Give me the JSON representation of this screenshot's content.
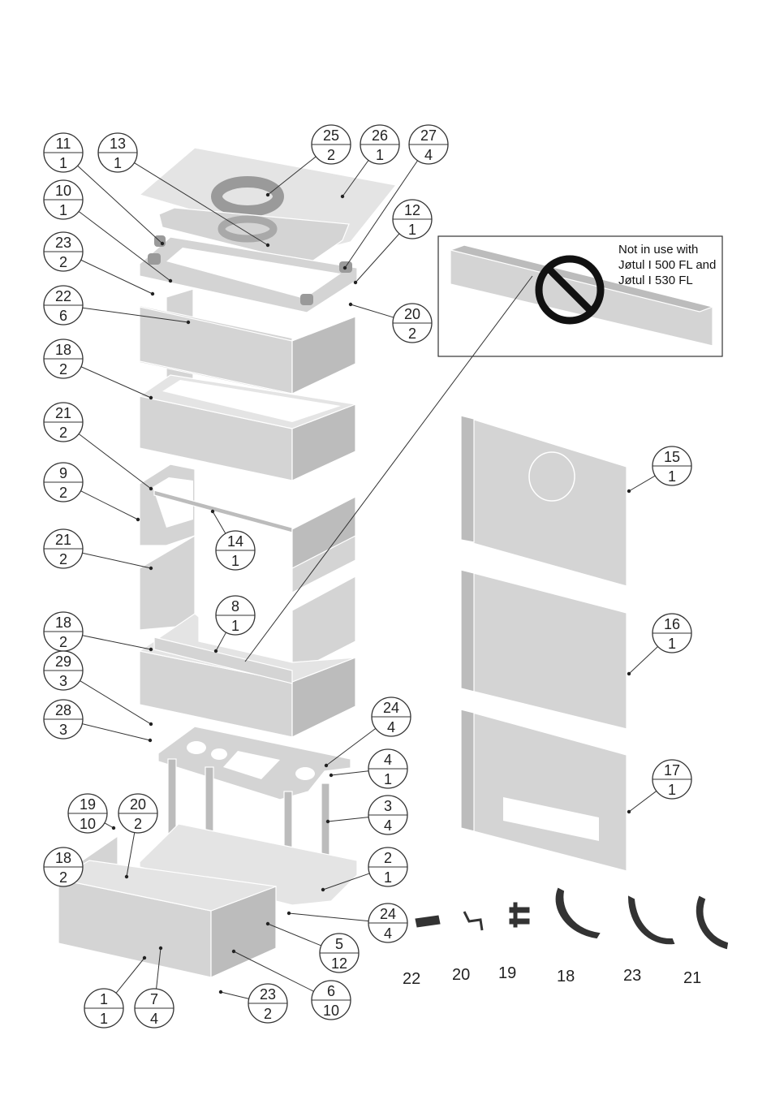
{
  "note": {
    "lines": [
      "Not in use with",
      "Jøtul I 500 FL and",
      "Jøtul I 530 FL"
    ]
  },
  "callouts": [
    {
      "top": "11",
      "bottom": "1"
    },
    {
      "top": "13",
      "bottom": "1"
    },
    {
      "top": "25",
      "bottom": "2"
    },
    {
      "top": "26",
      "bottom": "1"
    },
    {
      "top": "27",
      "bottom": "4"
    },
    {
      "top": "10",
      "bottom": "1"
    },
    {
      "top": "12",
      "bottom": "1"
    },
    {
      "top": "23",
      "bottom": "2"
    },
    {
      "top": "22",
      "bottom": "6"
    },
    {
      "top": "20",
      "bottom": "2"
    },
    {
      "top": "18",
      "bottom": "2"
    },
    {
      "top": "21",
      "bottom": "2"
    },
    {
      "top": "9",
      "bottom": "2"
    },
    {
      "top": "14",
      "bottom": "1"
    },
    {
      "top": "21",
      "bottom": "2"
    },
    {
      "top": "8",
      "bottom": "1"
    },
    {
      "top": "18",
      "bottom": "2"
    },
    {
      "top": "29",
      "bottom": "3"
    },
    {
      "top": "28",
      "bottom": "3"
    },
    {
      "top": "24",
      "bottom": "4"
    },
    {
      "top": "4",
      "bottom": "1"
    },
    {
      "top": "3",
      "bottom": "4"
    },
    {
      "top": "19",
      "bottom": "10"
    },
    {
      "top": "20",
      "bottom": "2"
    },
    {
      "top": "18",
      "bottom": "2"
    },
    {
      "top": "2",
      "bottom": "1"
    },
    {
      "top": "24",
      "bottom": "4"
    },
    {
      "top": "5",
      "bottom": "12"
    },
    {
      "top": "1",
      "bottom": "1"
    },
    {
      "top": "7",
      "bottom": "4"
    },
    {
      "top": "23",
      "bottom": "2"
    },
    {
      "top": "6",
      "bottom": "10"
    },
    {
      "top": "15",
      "bottom": "1"
    },
    {
      "top": "16",
      "bottom": "1"
    },
    {
      "top": "17",
      "bottom": "1"
    }
  ],
  "clip_labels": [
    "22",
    "20",
    "19",
    "18",
    "23",
    "21"
  ]
}
